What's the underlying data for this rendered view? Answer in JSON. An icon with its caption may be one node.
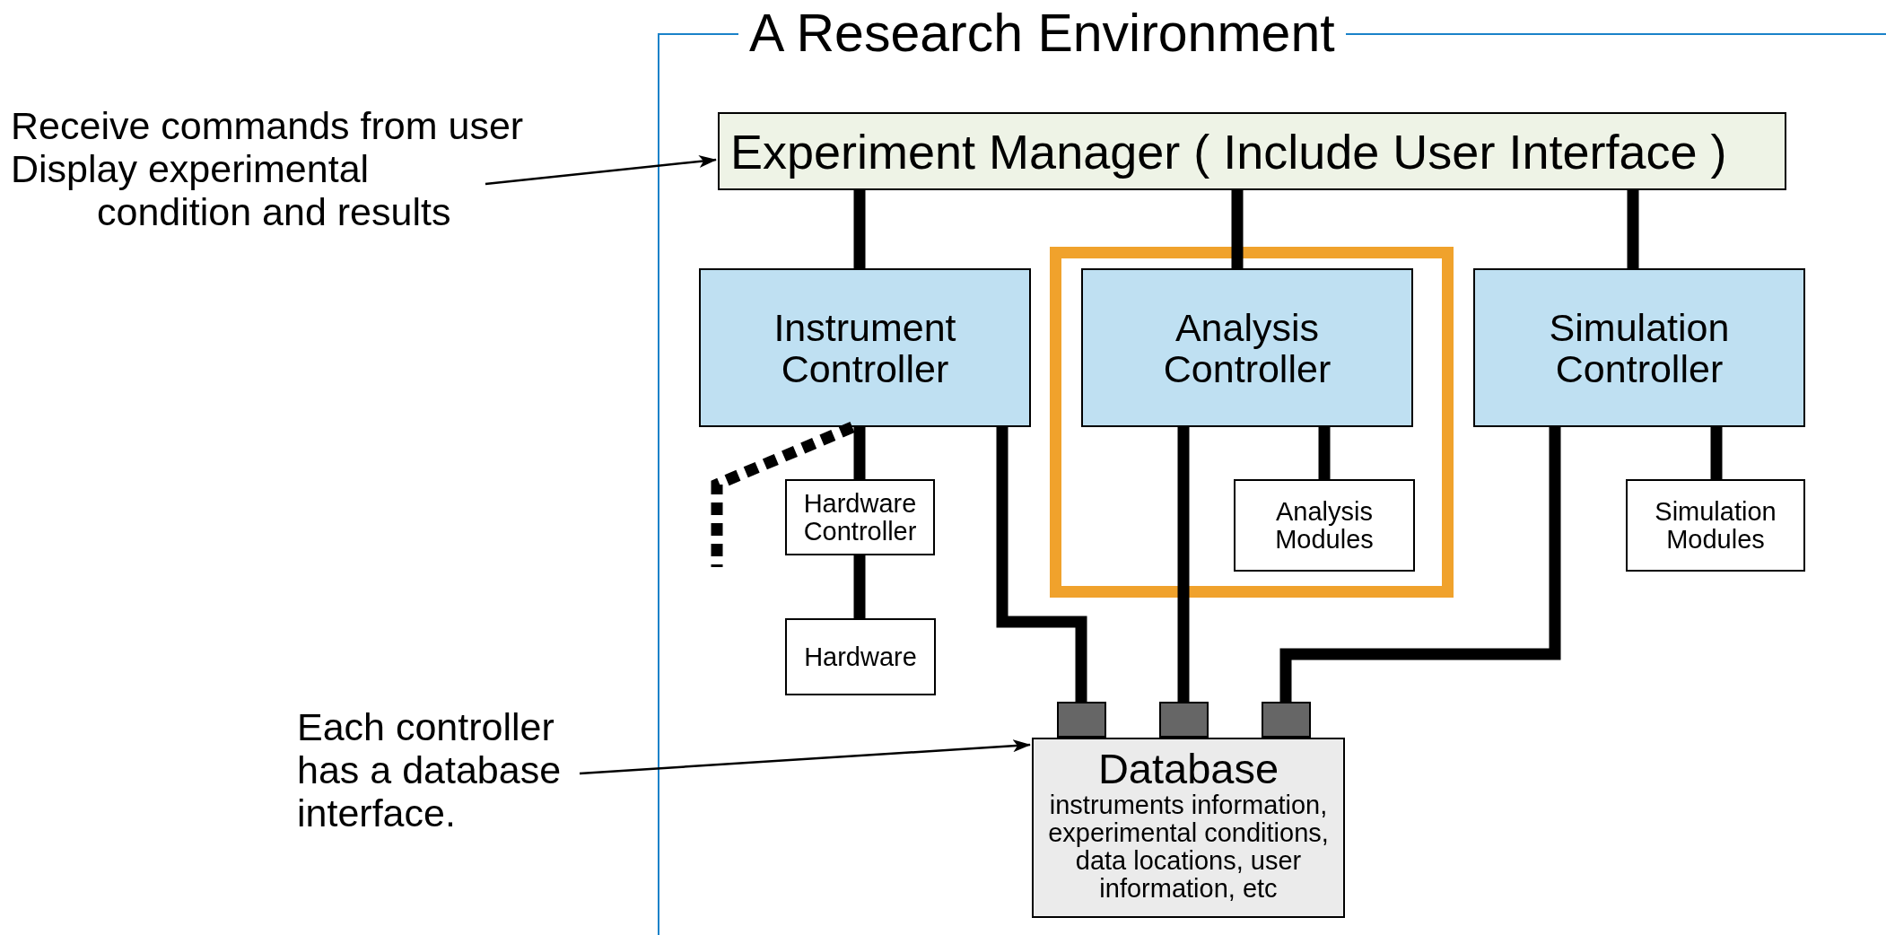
{
  "diagram": {
    "nodes": [
      {
        "text": [
          "A Research Environment"
        ]
      },
      {
        "text": [
          "Experiment Manager ( Include User Interface )"
        ],
        "in": 0
      },
      {
        "text": [],
        "shape": "box",
        "in": 0
      },
      {
        "text": [
          "Instrument Controller"
        ],
        "in": 0
      },
      {
        "text": [
          "Analysis Controller"
        ],
        "in": 2
      },
      {
        "text": [
          "Simulation Controller"
        ],
        "in": 0
      },
      {
        "text": [
          "Hardware Controller"
        ],
        "in": 0
      },
      {
        "text": [
          "Hardware"
        ],
        "in": 0
      },
      {
        "text": [
          "Analysis Modules"
        ],
        "in": 2
      },
      {
        "text": [
          "Simulation Modules"
        ],
        "in": 0
      },
      {
        "text": [],
        "shape": "box",
        "in": 0
      },
      {
        "text": [],
        "shape": "box",
        "in": 0
      },
      {
        "text": [],
        "shape": "box",
        "in": 0
      },
      {
        "text": [
          "Database",
          "instruments information, experimental conditions, data locations, user information, etc"
        ],
        "in": 0
      },
      {
        "text": [
          "Receive commands from user",
          "Display experimental condition and results"
        ]
      },
      {
        "text": [
          "Each controller has a database interface."
        ]
      }
    ],
    "edges": [
      {
        "from": 1,
        "to": 3,
        "arrow": "none"
      },
      {
        "from": 1,
        "to": 4,
        "arrow": "none"
      },
      {
        "from": 1,
        "to": 5,
        "arrow": "none"
      },
      {
        "from": 3,
        "to": 6,
        "arrow": "none"
      },
      {
        "from": 6,
        "to": 7,
        "arrow": "none"
      },
      {
        "from": 4,
        "to": 8,
        "arrow": "none"
      },
      {
        "from": 5,
        "to": 9,
        "arrow": "none"
      },
      {
        "from": 3,
        "to": 10,
        "arrow": "none"
      },
      {
        "from": 4,
        "to": 11,
        "arrow": "none"
      },
      {
        "from": 5,
        "to": 12,
        "arrow": "none"
      },
      {
        "from": 3,
        "to": null,
        "arrow": "none",
        "style": "dashed"
      },
      {
        "from": 14,
        "to": 1,
        "arrow": "to"
      },
      {
        "from": 15,
        "to": 13,
        "arrow": "to"
      }
    ]
  }
}
